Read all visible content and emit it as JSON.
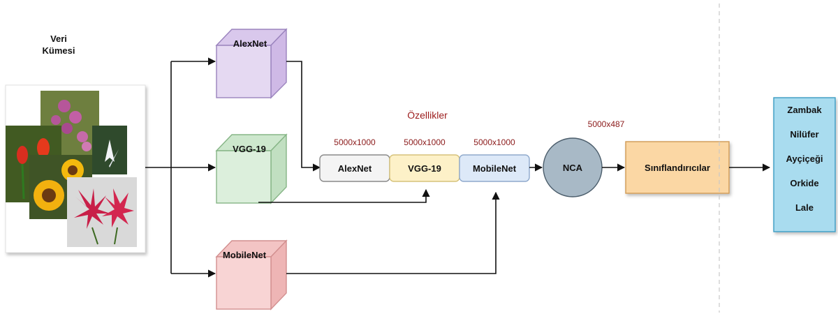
{
  "dataset": {
    "title_line1": "Veri",
    "title_line2": "Kümesi"
  },
  "models": [
    {
      "label": "AlexNet",
      "color_front": "#e5d9f2",
      "color_top": "#d9c8ec",
      "color_side": "#cfb9e6",
      "stroke": "#9a83bd"
    },
    {
      "label": "VGG-19",
      "color_front": "#dcefdc",
      "color_top": "#cde7cd",
      "color_side": "#c1dfc1",
      "stroke": "#86b586"
    },
    {
      "label": "MobileNet",
      "color_front": "#f8d4d4",
      "color_top": "#f3c4c4",
      "color_side": "#eeb5b5",
      "stroke": "#d28f8f"
    }
  ],
  "features_title": "Özellikler",
  "feature_boxes": [
    {
      "label": "AlexNet",
      "dim": "5000x1000",
      "fill": "#f4f4f4",
      "stroke": "#8a8a8a"
    },
    {
      "label": "VGG-19",
      "dim": "5000x1000",
      "fill": "#fdf1c8",
      "stroke": "#d6c27a"
    },
    {
      "label": "MobileNet",
      "dim": "5000x1000",
      "fill": "#dde9f8",
      "stroke": "#8fa9cc"
    }
  ],
  "nca": {
    "label": "NCA",
    "dim": "5000x487",
    "fill": "#a8b9c6",
    "stroke": "#4b5d6b"
  },
  "classifier": {
    "label": "Sınıflandırıcılar",
    "fill": "#fbd7a4",
    "stroke": "#d09a55"
  },
  "classes": {
    "items": [
      "Zambak",
      "Nilüfer",
      "Ayçiçeği",
      "Orkide",
      "Lale"
    ],
    "fill": "#a9dcef",
    "stroke": "#3b9cc2"
  }
}
